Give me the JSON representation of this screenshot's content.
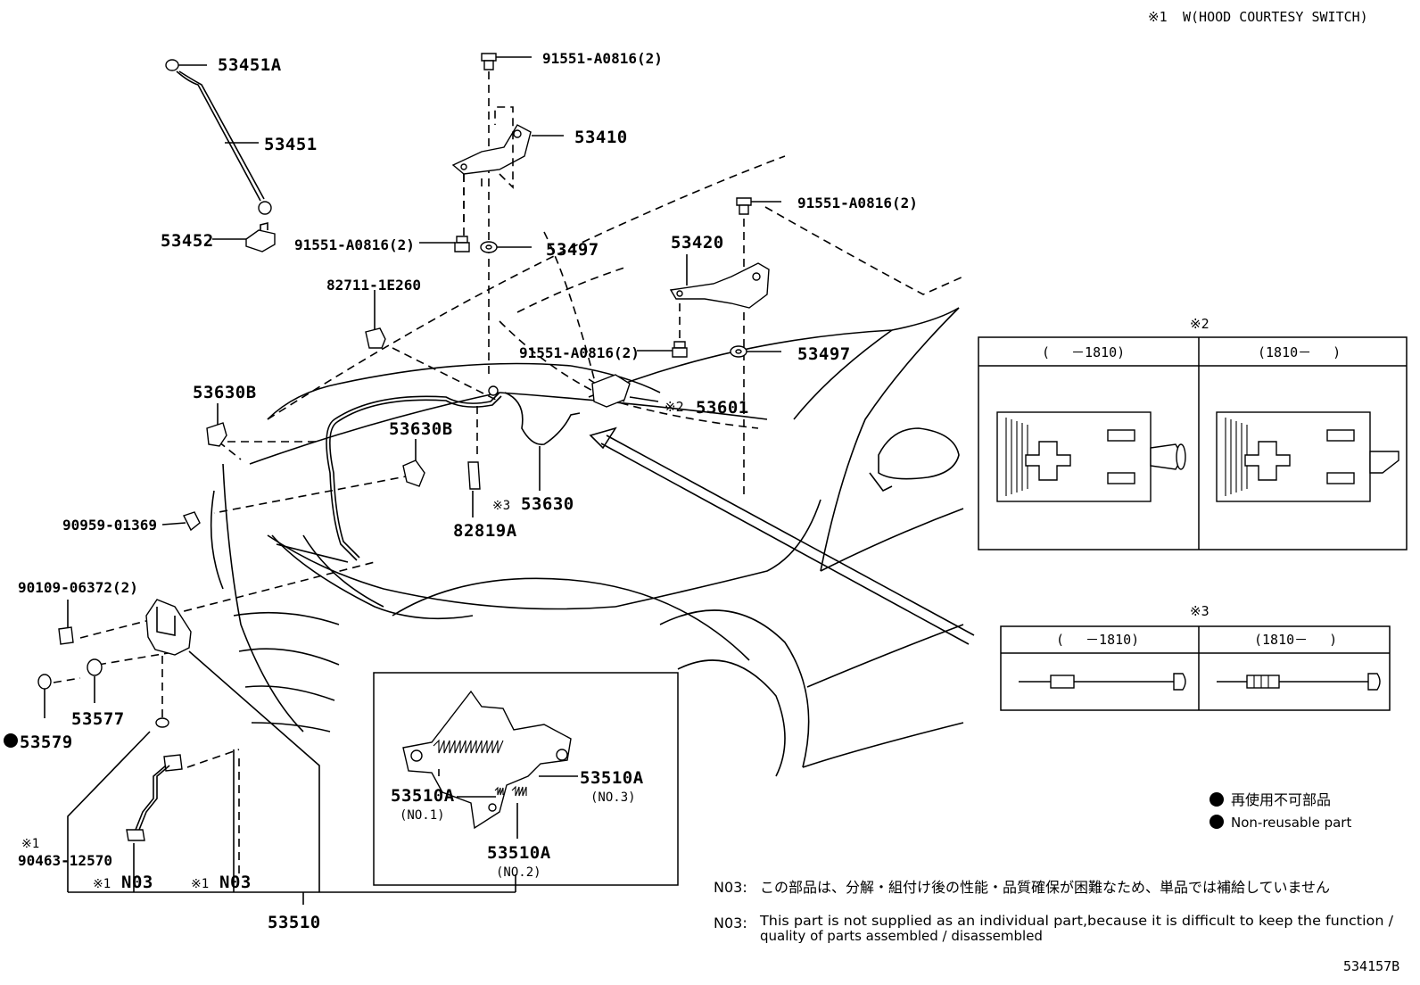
{
  "header": {
    "mark1": "※1",
    "title": "W(HOOD COURTESY SWITCH)"
  },
  "labels": {
    "p53451A": "53451A",
    "p53451": "53451",
    "p53452": "53452",
    "p91551_top": "91551-A0816(2)",
    "p53410": "53410",
    "p91551_left": "91551-A0816(2)",
    "p53497_top": "53497",
    "p91551_right": "91551-A0816(2)",
    "p53420": "53420",
    "p82711": "82711-1E260",
    "p91551_mid": "91551-A0816(2)",
    "p53497_mid": "53497",
    "p53630B_1": "53630B",
    "p53630B_2": "53630B",
    "mark2": "※2",
    "p53601": "53601",
    "mark3": "※3",
    "p53630": "53630",
    "p82819A": "82819A",
    "p90959": "90959-01369",
    "p90109": "90109-06372(2)",
    "p53577": "53577",
    "p53579": "53579",
    "mark1_a": "※1",
    "p90463": "90463-12570",
    "n03_a_mark": "※1",
    "n03_a": "N03",
    "n03_b_mark": "※1",
    "n03_b": "N03",
    "p53510": "53510",
    "p53510A_1": "53510A",
    "p53510A_1_sub": "(NO.1)",
    "p53510A_2": "53510A",
    "p53510A_2_sub": "(NO.2)",
    "p53510A_3": "53510A",
    "p53510A_3_sub": "(NO.3)"
  },
  "detail2": {
    "mark": "※2",
    "col1": "(　 －1810)",
    "col2": "(1810－　 )"
  },
  "detail3": {
    "mark": "※3",
    "col1": "(　 －1810)",
    "col2": "(1810－　 )"
  },
  "legend": {
    "jp": "再使用不可部品",
    "en": "Non-reusable part"
  },
  "notes": {
    "jp_code": "N03:",
    "jp_text": "この部品は、分解・組付け後の性能・品質確保が困難なため、単品では補給していません",
    "en_code": "N03:",
    "en_text_1": "This part is not supplied as an individual part,because it is difficult to keep the function /",
    "en_text_2": "quality of parts assembled / disassembled"
  },
  "footer": {
    "diagram_number": "534157B"
  }
}
